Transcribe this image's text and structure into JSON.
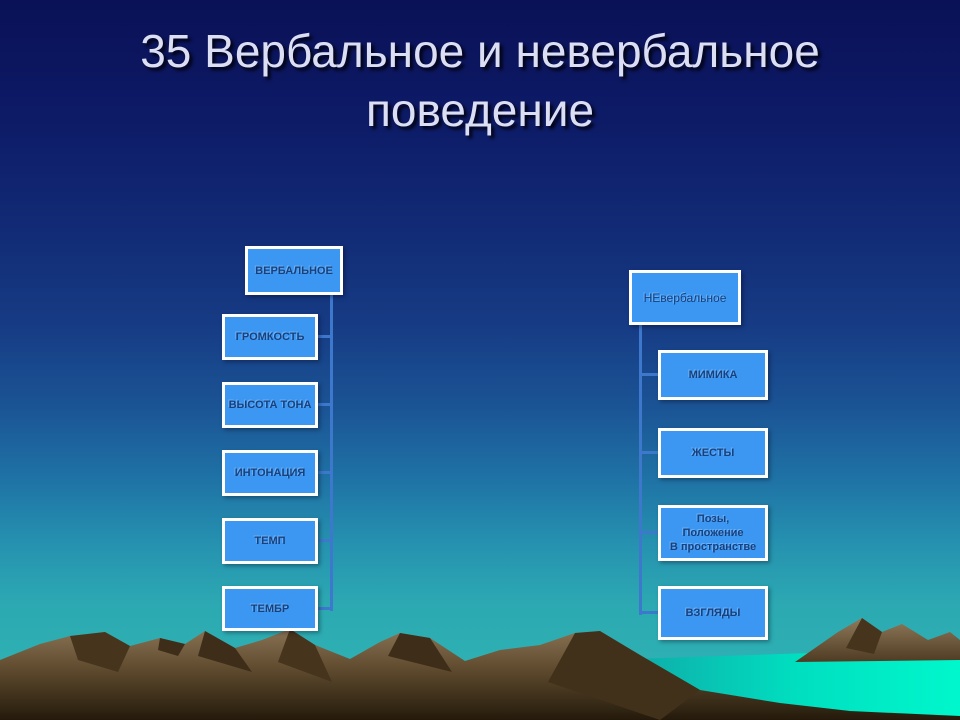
{
  "slide": {
    "title_line1": "35 Вербальное и невербальное",
    "title_line2": "поведение"
  },
  "left_chart": {
    "root": "ВЕРБАЛЬНОЕ",
    "children": [
      "ГРОМКОСТЬ",
      "ВЫСОТА ТОНА",
      "ИНТОНАЦИЯ",
      "ТЕМП",
      "ТЕМБР"
    ]
  },
  "right_chart": {
    "root": "НЕвербальное",
    "children_simple": [
      "МИМИКА",
      "ЖЕСТЫ",
      "ВЗГЛЯДЫ"
    ],
    "child_multiline": "Позы,\nПоложение\nВ пространстве"
  },
  "colors": {
    "box-fill": "#3B97F2",
    "box-border": "#FFFFFF",
    "box-text": "#16407E",
    "connector": "#3D78CC",
    "title-text": "#DCDFF4",
    "sky-top": "#0A1156",
    "sea-bright": "#00F7CC",
    "mountain-tan": "#8A7354",
    "mountain-dark": "#46341D"
  }
}
